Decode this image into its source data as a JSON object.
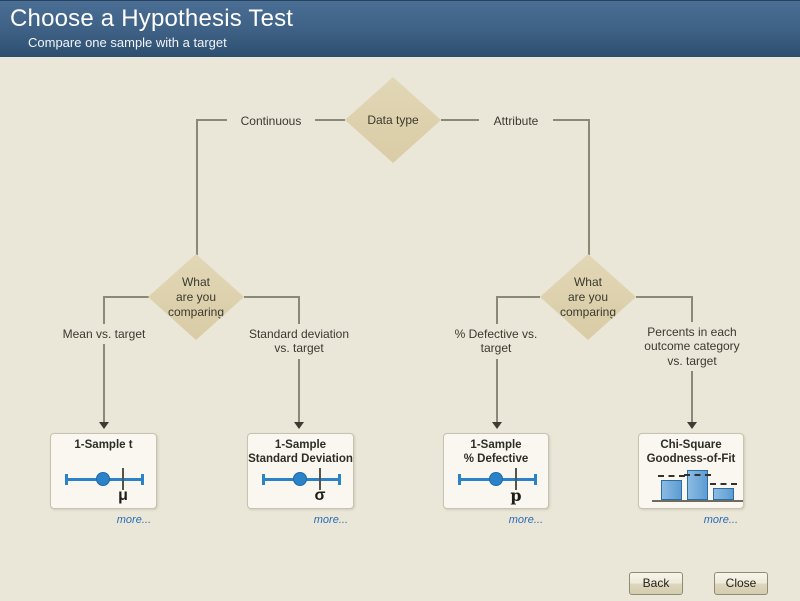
{
  "window": {
    "title": "Choose a Hypothesis Test",
    "subtitle": "Compare one sample with a target"
  },
  "tree": {
    "root": {
      "label": "Data type"
    },
    "branch_left": {
      "label": "Continuous"
    },
    "branch_right": {
      "label": "Attribute"
    },
    "question_left": {
      "label": "What\nare you\ncomparing"
    },
    "question_right": {
      "label": "What\nare you\ncomparing"
    },
    "outcome_mean": {
      "label": "Mean vs. target"
    },
    "outcome_stdev": {
      "label": "Standard deviation\nvs. target"
    },
    "outcome_defective": {
      "label": "% Defective vs.\ntarget"
    },
    "outcome_percents": {
      "label": "Percents in each\noutcome category\nvs. target"
    }
  },
  "cards": {
    "t_test": {
      "title": "1-Sample t",
      "symbol": "μ",
      "icon": "distribution-plot-icon"
    },
    "stdev": {
      "title": "1-Sample\nStandard Deviation",
      "symbol": "σ",
      "icon": "distribution-plot-icon"
    },
    "defective": {
      "title": "1-Sample\n% Defective",
      "symbol": "p",
      "icon": "distribution-plot-icon"
    },
    "chi_square": {
      "title": "Chi-Square\nGoodness-of-Fit",
      "icon": "bar-chart-icon"
    }
  },
  "labels": {
    "more": "more..."
  },
  "buttons": {
    "back": "Back",
    "close": "Close"
  },
  "colors": {
    "header_top": "#4b6e95",
    "header_bottom": "#2d4e6f",
    "background": "#ebe7d8",
    "diamond": "#ddd1ae",
    "accent_blue": "#2b82c9",
    "link_blue": "#2a6cb5"
  }
}
